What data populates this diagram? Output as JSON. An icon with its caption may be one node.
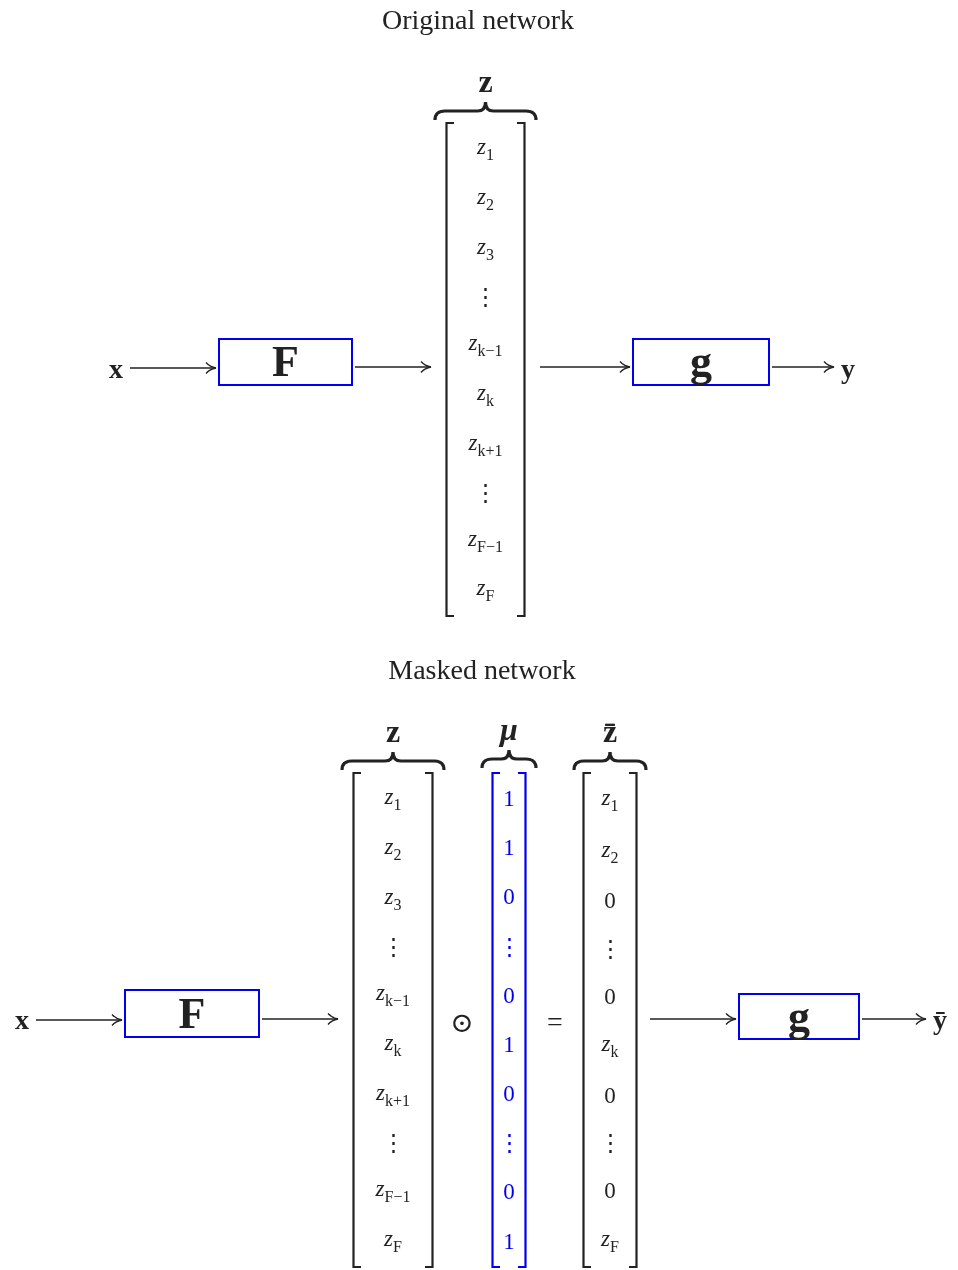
{
  "diagram": {
    "nodes": [
      {
        "text": [
          "x"
        ]
      },
      {
        "text": [
          "F"
        ]
      },
      {
        "text": [
          "z",
          "*z*$_{1}$",
          "*z*$_{2}$",
          "*z*$_{3}$",
          "⋮",
          "*z*$_{k−1}$",
          "*z*$_{k}$",
          "*z*$_{k+1}$",
          "⋮",
          "*z*$_{F−1}$",
          "*z*$_{F}$"
        ]
      },
      {
        "text": [
          "g"
        ]
      },
      {
        "text": [
          "y"
        ]
      },
      {
        "text": [
          "x"
        ]
      },
      {
        "text": [
          "F"
        ]
      },
      {
        "text": [
          "z",
          "*z*$_{1}$",
          "*z*$_{2}$",
          "*z*$_{3}$",
          "⋮",
          "*z*$_{k−1}$",
          "*z*$_{k}$",
          "*z*$_{k+1}$",
          "⋮",
          "*z*$_{F−1}$",
          "*z*$_{F}$"
        ]
      },
      {
        "text": [
          "*μ*",
          "1",
          "1",
          "0",
          "⋮",
          "0",
          "1",
          "0",
          "⋮",
          "0",
          "1"
        ]
      },
      {
        "text": [
          "z̄",
          "*z*$_{1}$",
          "*z*$_{2}$",
          "0",
          "⋮",
          "0",
          "*z*$_{k}$",
          "0",
          "⋮",
          "0",
          "*z*$_{F}$"
        ]
      },
      {
        "text": [
          "g"
        ]
      },
      {
        "text": [
          "ȳ"
        ]
      }
    ],
    "edges": [
      {
        "from": 0,
        "to": 1,
        "arrow": "to"
      },
      {
        "from": 1,
        "to": 2,
        "arrow": "to"
      },
      {
        "from": 2,
        "to": 3,
        "arrow": "to"
      },
      {
        "from": 3,
        "to": 4,
        "arrow": "to"
      },
      {
        "from": 5,
        "to": 6,
        "arrow": "to"
      },
      {
        "from": 6,
        "to": 7,
        "arrow": "to"
      },
      {
        "from": 9,
        "to": 10,
        "arrow": "to"
      },
      {
        "from": 10,
        "to": 11,
        "arrow": "to"
      }
    ],
    "labels": [
      "Original network",
      "Masked network",
      "⊙",
      "="
    ]
  }
}
